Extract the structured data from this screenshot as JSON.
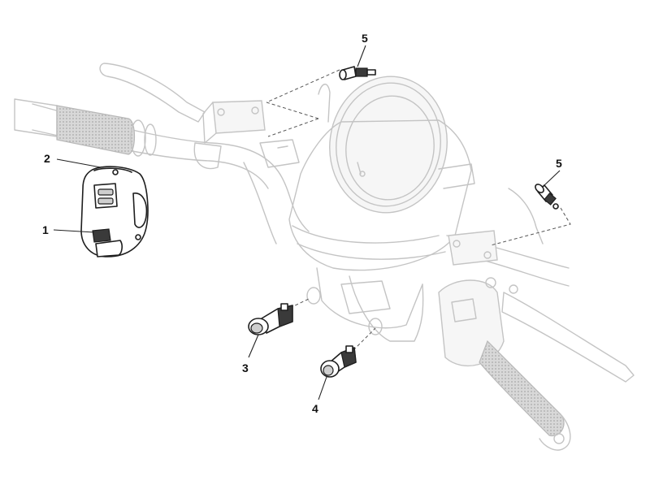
{
  "callouts": [
    {
      "number": "1",
      "part": "handlebar-switch-left"
    },
    {
      "number": "2",
      "part": "handlebar-switch-housing"
    },
    {
      "number": "3",
      "part": "dashboard-switch-a"
    },
    {
      "number": "4",
      "part": "dashboard-switch-b"
    },
    {
      "number": "5",
      "part": "indicator-bulb-top"
    },
    {
      "number": "5",
      "part": "indicator-bulb-right"
    }
  ]
}
